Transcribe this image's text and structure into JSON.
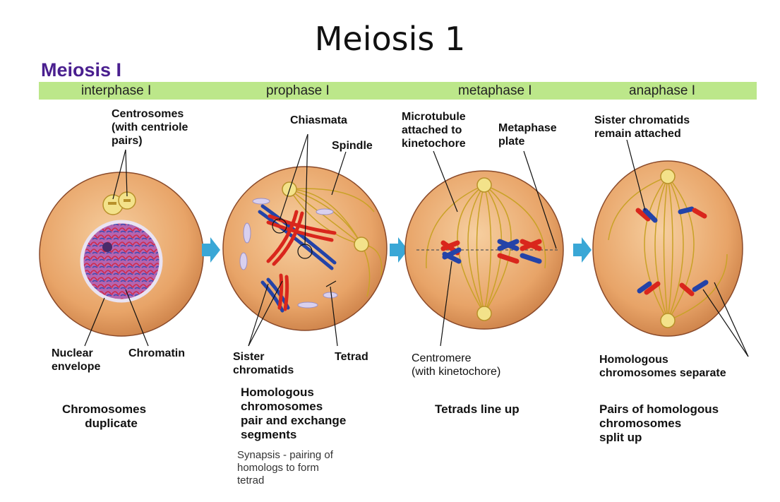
{
  "title": "Meiosis 1",
  "section_title": "Meiosis I",
  "phases": [
    "interphase I",
    "prophase I",
    "metaphase I",
    "anaphase I"
  ],
  "interphase": {
    "label_centrosomes": [
      "Centrosomes",
      "(with centriole",
      "pairs)"
    ],
    "label_nuclear_envelope": [
      "Nuclear",
      "envelope"
    ],
    "label_chromatin": "Chromatin",
    "caption": [
      "Chromosomes",
      "duplicate"
    ]
  },
  "prophase": {
    "label_chiasmata": "Chiasmata",
    "label_spindle": "Spindle",
    "label_sister_chromatids": [
      "Sister",
      "chromatids"
    ],
    "label_tetrad": "Tetrad",
    "caption": [
      "Homologous",
      "chromosomes",
      "pair and exchange",
      "segments"
    ],
    "note": [
      "Synapsis - pairing of",
      "homologs to form",
      "tetrad"
    ]
  },
  "metaphase": {
    "label_microtubule": [
      "Microtubule",
      "attached to",
      "kinetochore"
    ],
    "label_metaphase_plate": [
      "Metaphase",
      "plate"
    ],
    "label_centromere": [
      "Centromere",
      "(with kinetochore)"
    ],
    "caption": "Tetrads line up"
  },
  "anaphase": {
    "label_sister_chromatids": [
      "Sister chromatids",
      "remain attached"
    ],
    "label_homologous": [
      "Homologous",
      "chromosomes separate"
    ],
    "caption": [
      "Pairs of homologous",
      "chromosomes",
      "split up"
    ]
  },
  "colors": {
    "phase_bar": "#bce78a",
    "section_title": "#4a1f8f",
    "cell_fill": "#e8a468",
    "cell_edge": "#a9643a",
    "arrow": "#3aa7d6",
    "chromosome_red": "#d9261c",
    "chromosome_blue": "#2443a8",
    "spindle": "#c9a227"
  }
}
